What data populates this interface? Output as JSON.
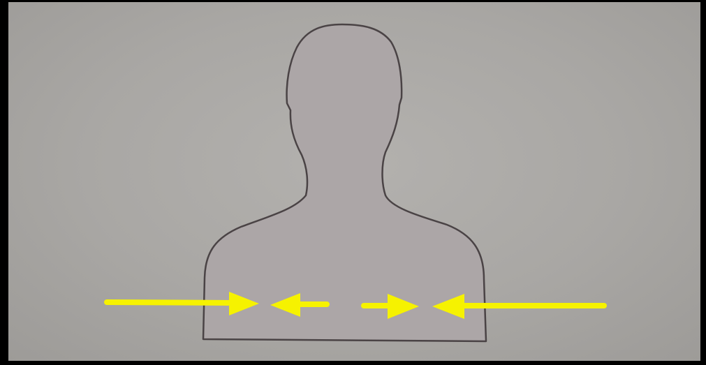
{
  "scene": {
    "subject": "bust-outline",
    "colors": {
      "background_border": "#000000",
      "paper": "#a9a7a4",
      "outline": "#4a4345",
      "silhouette_fill": "#aca6a7",
      "arrow": "#f6f200"
    },
    "arrows": [
      {
        "id": "arrow-left-outer",
        "direction": "right"
      },
      {
        "id": "arrow-left-inner",
        "direction": "left"
      },
      {
        "id": "arrow-right-inner",
        "direction": "right"
      },
      {
        "id": "arrow-right-outer",
        "direction": "left"
      }
    ]
  }
}
